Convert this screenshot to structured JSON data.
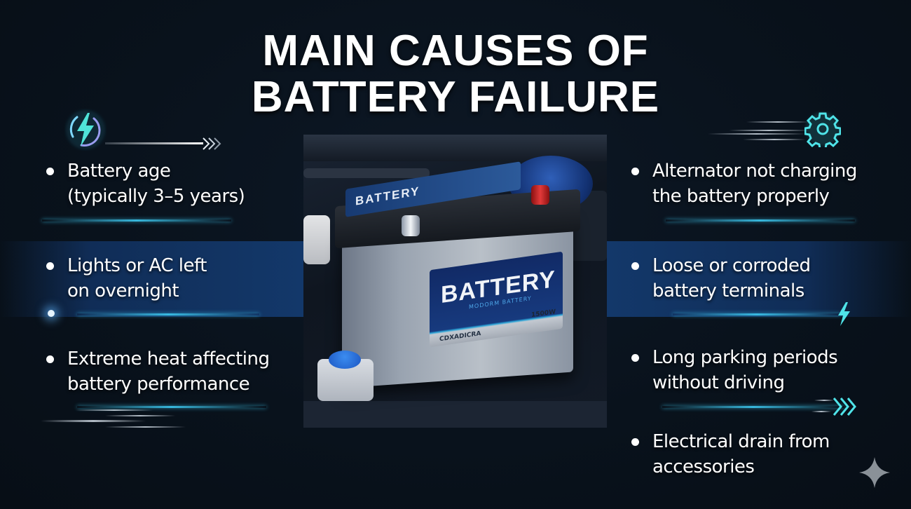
{
  "title": {
    "line1": "MAIN CAUSES OF",
    "line2": "BATTERY FAILURE"
  },
  "left_items": [
    {
      "line1": "Battery age",
      "line2": "(typically 3–5 years)"
    },
    {
      "line1": "Lights or AC left",
      "line2": "on overnight"
    },
    {
      "line1": "Extreme heat affecting",
      "line2": "battery performance"
    }
  ],
  "right_items": [
    {
      "line1": "Alternator not charging",
      "line2": "the battery properly"
    },
    {
      "line1": "Loose or corroded",
      "line2": "battery terminals"
    },
    {
      "line1": "Long parking periods",
      "line2": "without driving"
    },
    {
      "line1": "Electrical drain from",
      "line2": "accessories"
    }
  ],
  "photo": {
    "top_label": "BATTERY",
    "front_brand": "BATTERY",
    "front_sub": "MODORM BATTERY",
    "rating": "1500W",
    "code": "CDXADICRA"
  },
  "icons": {
    "top_left": "lightning-bolt-icon",
    "top_right": "gear-icon",
    "mid_right": "lightning-bolt-icon",
    "bottom_right": "triple-chevron-icon",
    "corner": "sparkle-icon"
  },
  "colors": {
    "background": "#09121c",
    "band": "#13386a",
    "accent_cyan": "#4fe3e8",
    "text": "#ffffff"
  }
}
